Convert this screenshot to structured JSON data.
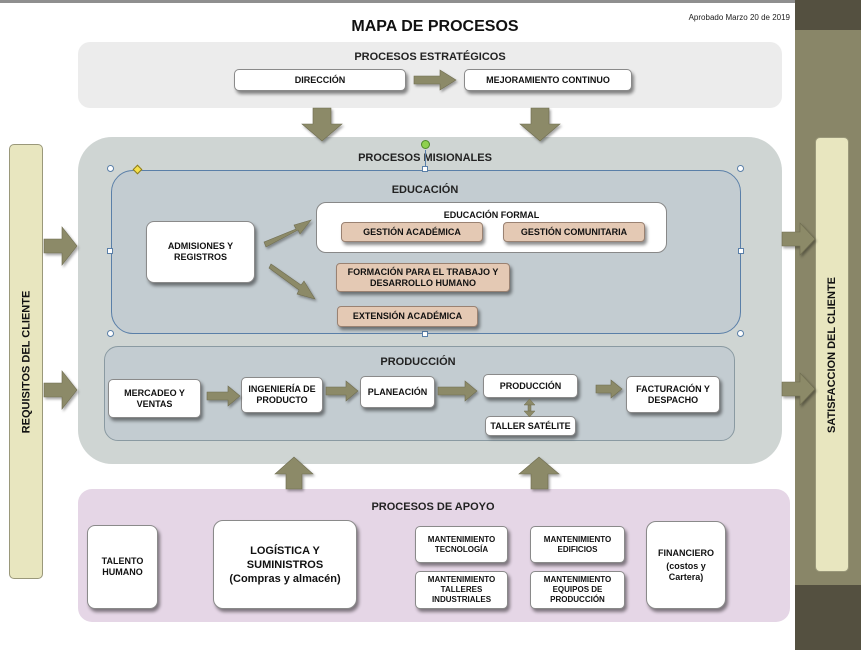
{
  "title": "MAPA DE PROCESOS",
  "approval": "Aprobado Marzo 20 de 2019",
  "left_bar": "REQUISITOS DEL CLIENTE",
  "right_bar": "SATISFACCION DEL CLIENTE",
  "estrategicos": {
    "header": "PROCESOS ESTRATÉGICOS",
    "direccion": "DIRECCIÓN",
    "mejoramiento": "MEJORAMIENTO CONTINUO"
  },
  "misionales": {
    "header": "PROCESOS MISIONALES",
    "educacion": {
      "header": "EDUCACIÓN",
      "admisiones": "ADMISIONES Y REGISTROS",
      "formal": "EDUCACIÓN FORMAL",
      "gestion_academica": "GESTIÓN ACADÉMICA",
      "gestion_comunitaria": "GESTIÓN COMUNITARIA",
      "formacion": "FORMACIÓN PARA EL TRABAJO Y DESARROLLO HUMANO",
      "extension": "EXTENSIÓN ACADÉMICA"
    },
    "produccion": {
      "header": "PRODUCCIÓN",
      "mercadeo": "MERCADEO Y VENTAS",
      "ingenieria": "INGENIERÍA DE PRODUCTO",
      "planeacion": "PLANEACIÓN",
      "produccion": "PRODUCCIÓN",
      "taller": "TALLER SATÉLITE",
      "facturacion": "FACTURACIÓN Y DESPACHO"
    }
  },
  "apoyo": {
    "header": "PROCESOS DE APOYO",
    "talento": "TALENTO HUMANO",
    "logistica_1": "LOGÍSTICA Y SUMINISTROS",
    "logistica_2": "(Compras y almacén)",
    "mant_tecnologia": "MANTENIMIENTO TECNOLOGÍA",
    "mant_edificios": "MANTENIMIENTO EDIFICIOS",
    "mant_talleres": "MANTENIMIENTO TALLERES INDUSTRIALES",
    "mant_equipos": "MANTENIMIENTO EQUIPOS DE PRODUCCIÓN",
    "financiero_1": "FINANCIERO",
    "financiero_2": "(costos y Cartera)"
  },
  "colors": {
    "olive": "#8c8a68",
    "olive_light": "#e8e6bf",
    "dark_strip": "#545040",
    "misionales_bg": "#cfd5d3",
    "section_bg": "#c3ccd1",
    "apoyo_bg": "#e5d6e6",
    "tan_box": "#e4c9b4"
  }
}
